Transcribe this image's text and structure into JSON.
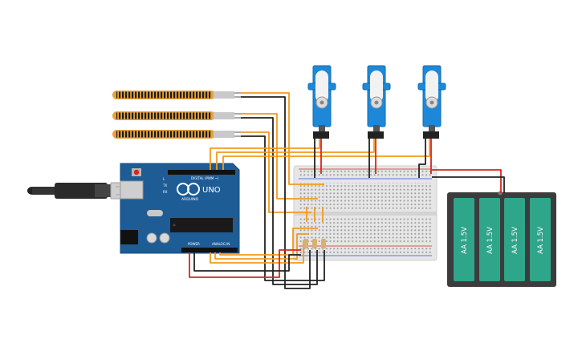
{
  "arduino": {
    "model": "UNO",
    "brand": "ARDUINO",
    "digital_label": "DIGITAL (PWM ~)",
    "power_label": "POWER",
    "analog_label": "ANALOG IN",
    "tx_label": "TX",
    "rx_label": "RX",
    "l_label": "L"
  },
  "battery": {
    "cell_labels": [
      "AA 1.5V",
      "AA 1.5V",
      "AA 1.5V",
      "AA 1.5V"
    ],
    "cell_color": "#2fa58a",
    "case_color": "#3c3c3c"
  },
  "servos": {
    "count": 3,
    "body_color": "#1e88d8"
  },
  "flex_sensors": {
    "count": 3,
    "stripe_color": "#e8a13c"
  },
  "breadboard": {
    "color": "#e6e6e6"
  },
  "wires": {
    "signal": "#f29a1f",
    "ground": "#222222",
    "power": "#d7261b"
  },
  "usb_cable": {
    "color": "#333333"
  }
}
